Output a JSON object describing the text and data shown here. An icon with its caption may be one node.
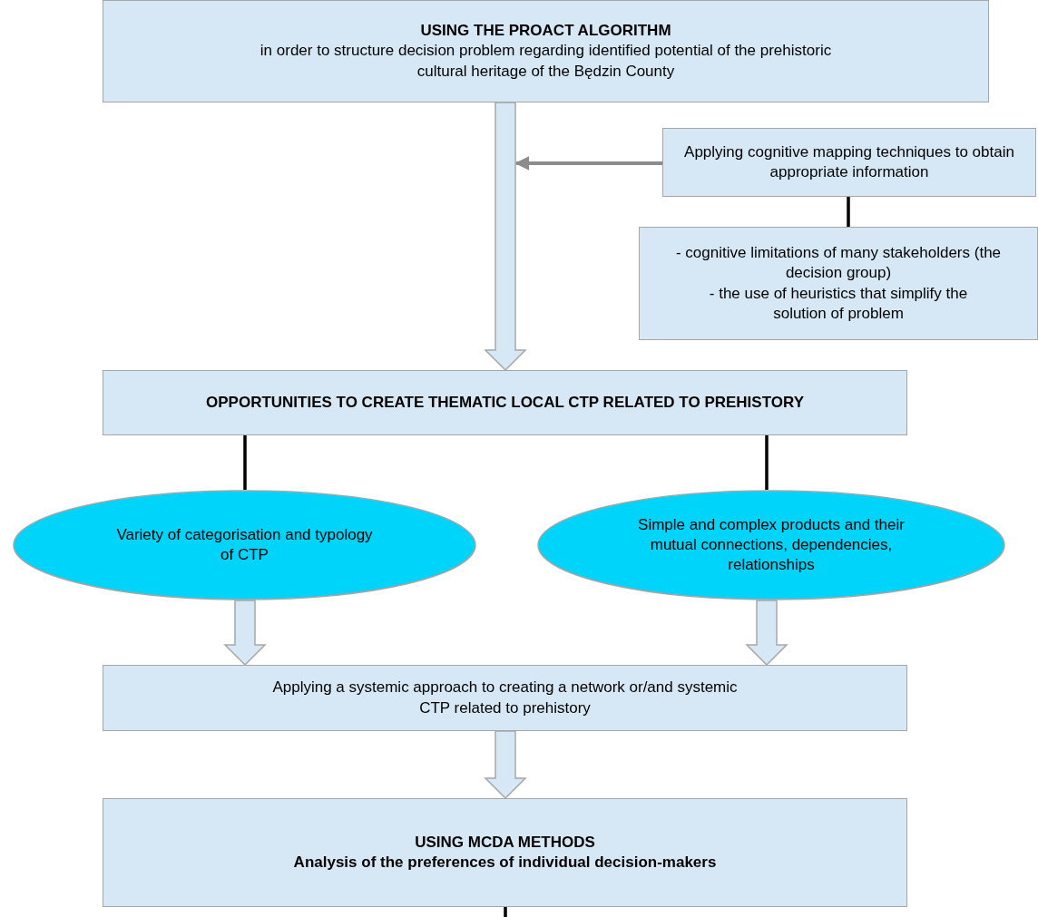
{
  "diagram": {
    "nodes": [
      {
        "text": [
          "USING THE PROACT ALGORITHM",
          "in order to structure decision problem regarding identified potential of the prehistoric cultural heritage of the Będzin County"
        ]
      },
      {
        "text": [
          "Applying cognitive mapping techniques to obtain appropriate information"
        ]
      },
      {
        "text": [
          "- cognitive limitations of many stakeholders (the decision group)",
          "- the use of heuristics that simplify the solution of problem"
        ]
      },
      {
        "text": [
          "OPPORTUNITIES TO CREATE THEMATIC LOCAL CTP RELATED TO PREHISTORY"
        ]
      },
      {
        "text": [
          "Variety of categorisation and typology of CTP"
        ]
      },
      {
        "text": [
          "Simple and complex products and their mutual connections, dependencies,  relationships"
        ]
      },
      {
        "text": [
          "Applying a systemic approach to creating a network or/and systemic CTP related to prehistory"
        ]
      },
      {
        "text": [
          "USING MCDA METHODS",
          "Analysis of the preferences of individual decision-makers"
        ]
      }
    ],
    "edges": [
      {
        "from": 0,
        "to": 3,
        "arrow": "to",
        "style": "thick"
      },
      {
        "from": 1,
        "to": null,
        "arrow": "to",
        "color": "#8c8c8c"
      },
      {
        "from": 1,
        "to": 2,
        "arrow": "none"
      },
      {
        "from": 3,
        "to": 4,
        "arrow": "none"
      },
      {
        "from": 3,
        "to": 5,
        "arrow": "none"
      },
      {
        "from": 4,
        "to": 6,
        "arrow": "to",
        "style": "thick"
      },
      {
        "from": 5,
        "to": 6,
        "arrow": "to",
        "style": "thick"
      },
      {
        "from": 6,
        "to": 7,
        "arrow": "to",
        "style": "thick"
      },
      {
        "from": 7,
        "to": null,
        "arrow": "none"
      }
    ]
  }
}
